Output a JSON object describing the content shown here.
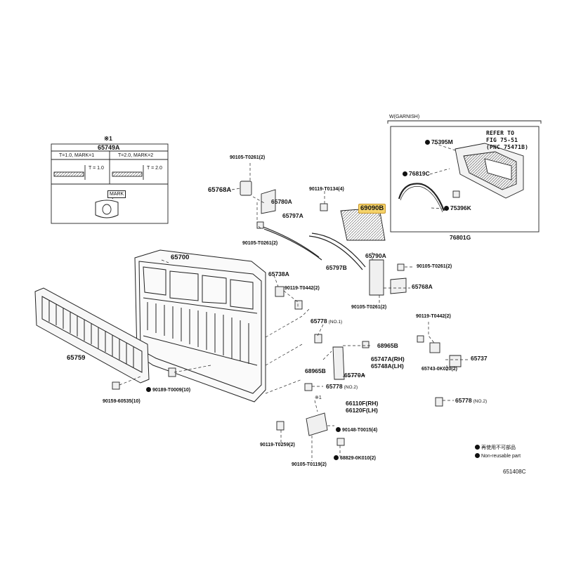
{
  "inset_top_left": {
    "ref": "※1",
    "part": "65749A",
    "col1": "T=1.0, MARK=1",
    "col2": "T=2.0, MARK=2",
    "t1": "T = 1.0",
    "t2": "T = 2.0",
    "mark": "MARK"
  },
  "inset_right": {
    "title": "W(GARNISH)",
    "refer1": "REFER TO",
    "refer2": "FIG 75-51",
    "refer3": "(PNC 75471B)",
    "p75395M": "75395M",
    "p76819C": "76819C",
    "p75396K": "75396K",
    "p76801G": "76801G"
  },
  "labels": {
    "p90105_T0261_a": "90105-T0261(2)",
    "p65768A_a": "65768A",
    "p65780A": "65780A",
    "p65797A": "65797A",
    "p90105_T0261_b": "90105-T0261(2)",
    "p90119_T0134": "90119-T0134(4)",
    "p69090B": "69090B",
    "p65790A": "65790A",
    "p90105_T0261_c": "90105-T0261(2)",
    "p65797B": "65797B",
    "p65768A_b": "65768A",
    "p90105_T0261_d": "90105-T0261(2)",
    "p65700": "65700",
    "p65738A": "65738A",
    "p90119_T0442_a": "90119-T0442(2)",
    "p90119_T0442_b": "90119-T0442(2)",
    "p65778_no1": "65778",
    "p65778_no1_suffix": "(NO.1)",
    "p68965B_a": "68965B",
    "p68965B_b": "68965B",
    "p65747A": "65747A(RH)",
    "p65748A": "65748A(LH)",
    "p65770A": "65770A",
    "p65737": "65737",
    "p65743": "65743-0K020(2)",
    "p65759": "65759",
    "p90189": "90189-T0009(10)",
    "p90159": "90159-60535(10)",
    "p65778_no2_a": "65778",
    "p65778_no2_a_suffix": "(NO.2)",
    "p65778_no2_b": "65778",
    "p65778_no2_b_suffix": "(NO.2)",
    "ref1": "※1",
    "p66110F": "66110F(RH)",
    "p66120F": "66120F(LH)",
    "p90148": "90148-T0015(4)",
    "p90119_T0259": "90119-T0259(2)",
    "p68829": "68829-0K010(2)",
    "p90105_T0119": "90105-T0119(2)"
  },
  "legend": {
    "jp": "再使用不可部品",
    "en": "Non-reusable part"
  },
  "footer_code": "651408C",
  "colors": {
    "highlight": "#f5d36a",
    "line": "#222222"
  }
}
